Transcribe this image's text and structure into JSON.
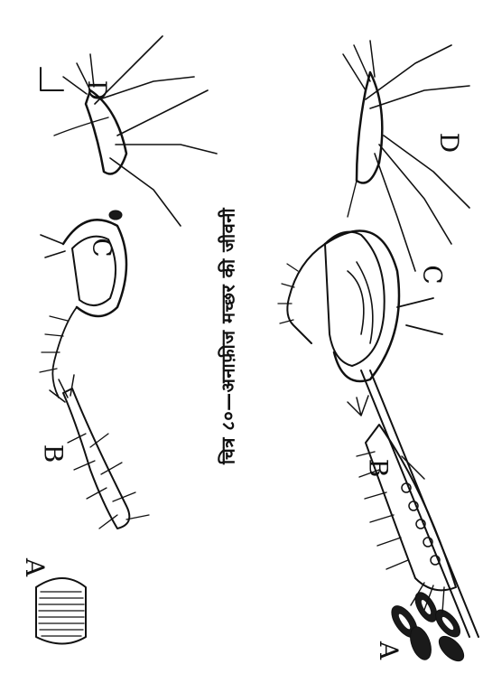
{
  "figure": {
    "caption": "चित्र ८०—अनाफ़ीज मच्छर की जीवनी",
    "top_row_labels": [
      "A",
      "B",
      "C",
      "D"
    ],
    "bottom_row_labels": [
      "A",
      "B",
      "C",
      "D"
    ]
  }
}
